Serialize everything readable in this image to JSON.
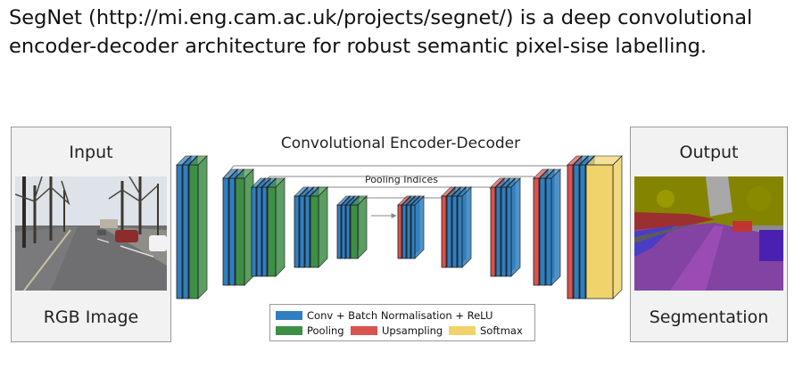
{
  "intro_text": "SegNet (http://mi.eng.cam.ac.uk/projects/segnet/) is a deep convolutional encoder-decoder architecture for robust semantic pixel-sise labelling.",
  "input_panel": {
    "title": "Input",
    "caption": "RGB Image"
  },
  "output_panel": {
    "title": "Output",
    "caption": "Segmentation"
  },
  "architecture": {
    "title": "Convolutional Encoder-Decoder",
    "pooling_label": "Pooling Indices"
  },
  "legend": {
    "items": [
      {
        "label": "Conv + Batch Normalisation + ReLU",
        "color": "#2f7fc0"
      },
      {
        "label": "Pooling",
        "color": "#3e8f46"
      },
      {
        "label": "Upsampling",
        "color": "#d9534f"
      },
      {
        "label": "Softmax",
        "color": "#f0d36a"
      }
    ]
  },
  "colors": {
    "conv": "#2f7fc0",
    "pooling": "#3e8f46",
    "upsampling": "#d9534f",
    "softmax": "#f0d36a"
  }
}
